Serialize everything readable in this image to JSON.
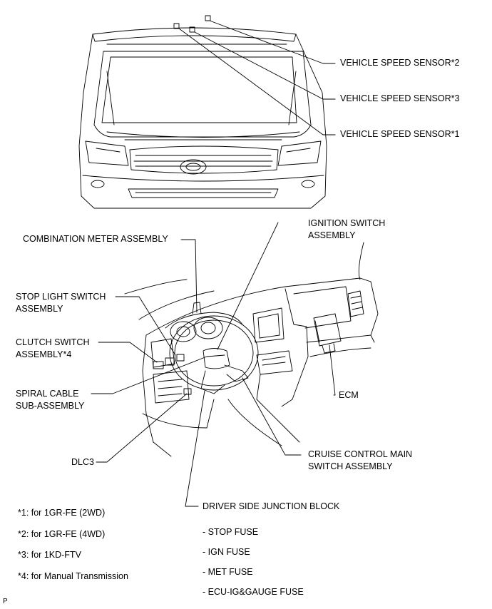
{
  "labels": {
    "vss2": "VEHICLE SPEED SENSOR*2",
    "vss3": "VEHICLE SPEED SENSOR*3",
    "vss1": "VEHICLE SPEED SENSOR*1",
    "ignition_1": "IGNITION SWITCH",
    "ignition_2": "ASSEMBLY",
    "combination_meter": "COMBINATION METER ASSEMBLY",
    "stop_light_1": "STOP LIGHT SWITCH",
    "stop_light_2": "ASSEMBLY",
    "clutch_1": "CLUTCH SWITCH",
    "clutch_2": "ASSEMBLY*4",
    "spiral_1": "SPIRAL CABLE",
    "spiral_2": "SUB-ASSEMBLY",
    "ecm": "ECM",
    "dlc3": "DLC3",
    "cruise_1": "CRUISE CONTROL MAIN",
    "cruise_2": "SWITCH ASSEMBLY",
    "junction_block": "DRIVER SIDE JUNCTION BLOCK"
  },
  "notes": [
    "*1: for 1GR-FE (2WD)",
    "*2: for 1GR-FE (4WD)",
    "*3: for 1KD-FTV",
    "*4: for Manual Transmission"
  ],
  "fuses": [
    "- STOP FUSE",
    "- IGN FUSE",
    "- MET FUSE",
    "- ECU-IG&GAUGE FUSE"
  ],
  "footer_mark": "P"
}
